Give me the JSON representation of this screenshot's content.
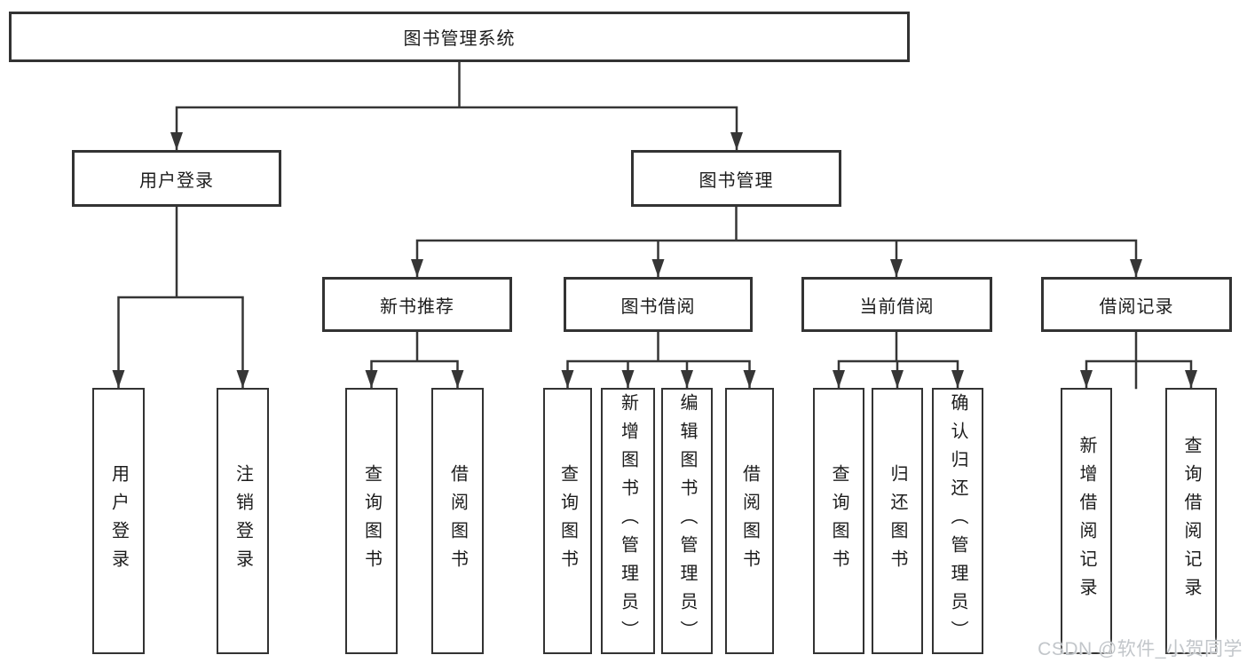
{
  "diagram": {
    "root_label": "图书管理系统",
    "level2": {
      "user_login": "用户登录",
      "book_mgmt": "图书管理"
    },
    "level3": {
      "new_books": "新书推荐",
      "book_borrow": "图书借阅",
      "current_borrow": "当前借阅",
      "borrow_records": "借阅记录"
    },
    "leaves": {
      "user_login": [
        "用户登录",
        "注销登录"
      ],
      "new_books": [
        "查询图书",
        "借阅图书"
      ],
      "book_borrow": [
        "查询图书",
        "新增图书（管理员）",
        "编辑图书（管理员）",
        "借阅图书"
      ],
      "current_borrow": [
        "查询图书",
        "归还图书",
        "确认归还（管理员）"
      ],
      "borrow_records": [
        "新增借阅记录",
        "查询借阅记录"
      ]
    }
  },
  "watermark": "CSDN @软件_小贺同学",
  "colors": {
    "line": "#363636",
    "border": "#333333",
    "text": "#1c1c1c",
    "background": "#ffffff",
    "watermark_text": "#c2c6ca"
  }
}
